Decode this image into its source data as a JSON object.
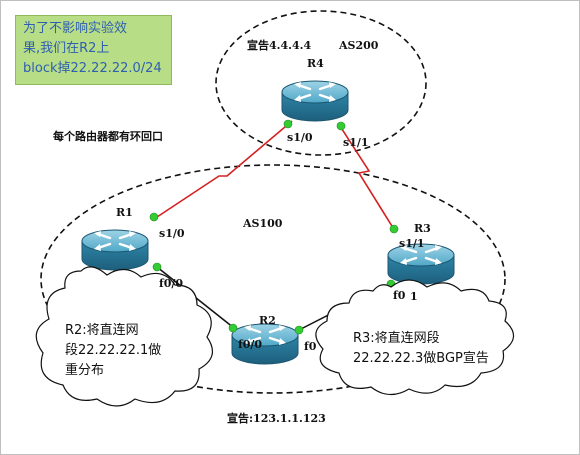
{
  "note": {
    "lines": [
      "为了不影响实验效",
      "果,我们在R2上",
      "block掉22.22.22.0/24"
    ]
  },
  "areas": {
    "as200_announce": "宣告4.4.4.4",
    "as200_name": "AS200",
    "as100_name": "AS100",
    "as100_announce": "宣告:123.1.1.123"
  },
  "loopback_note": "每个路由器都有环回口",
  "routers": {
    "r4": "R4",
    "r1": "R1",
    "r2": "R2",
    "r3": "R3"
  },
  "interfaces": {
    "r4_s10": "s1/0",
    "r4_s11": "s1/1",
    "r1_s10": "s1/0",
    "r1_f00": "f0/0",
    "r3_s11": "s1/1",
    "r3_f0": "f0",
    "r3_f0_tail": "1",
    "r2_f00": "f0/0",
    "r2_f0": "f0"
  },
  "callouts": {
    "r2_lines": [
      "R2:将直连网",
      "段22.22.22.1做",
      "重分布"
    ],
    "r3_lines": [
      "R3:将直连网段",
      "22.22.22.3做BGP宣告"
    ]
  },
  "colors": {
    "serial_link": "#d42020",
    "ethernet_link": "#111111",
    "port_dot": "#33cc33",
    "router_body": "#3a95b8",
    "note_bg": "#b7dd87",
    "note_text": "#2e5fb0"
  }
}
